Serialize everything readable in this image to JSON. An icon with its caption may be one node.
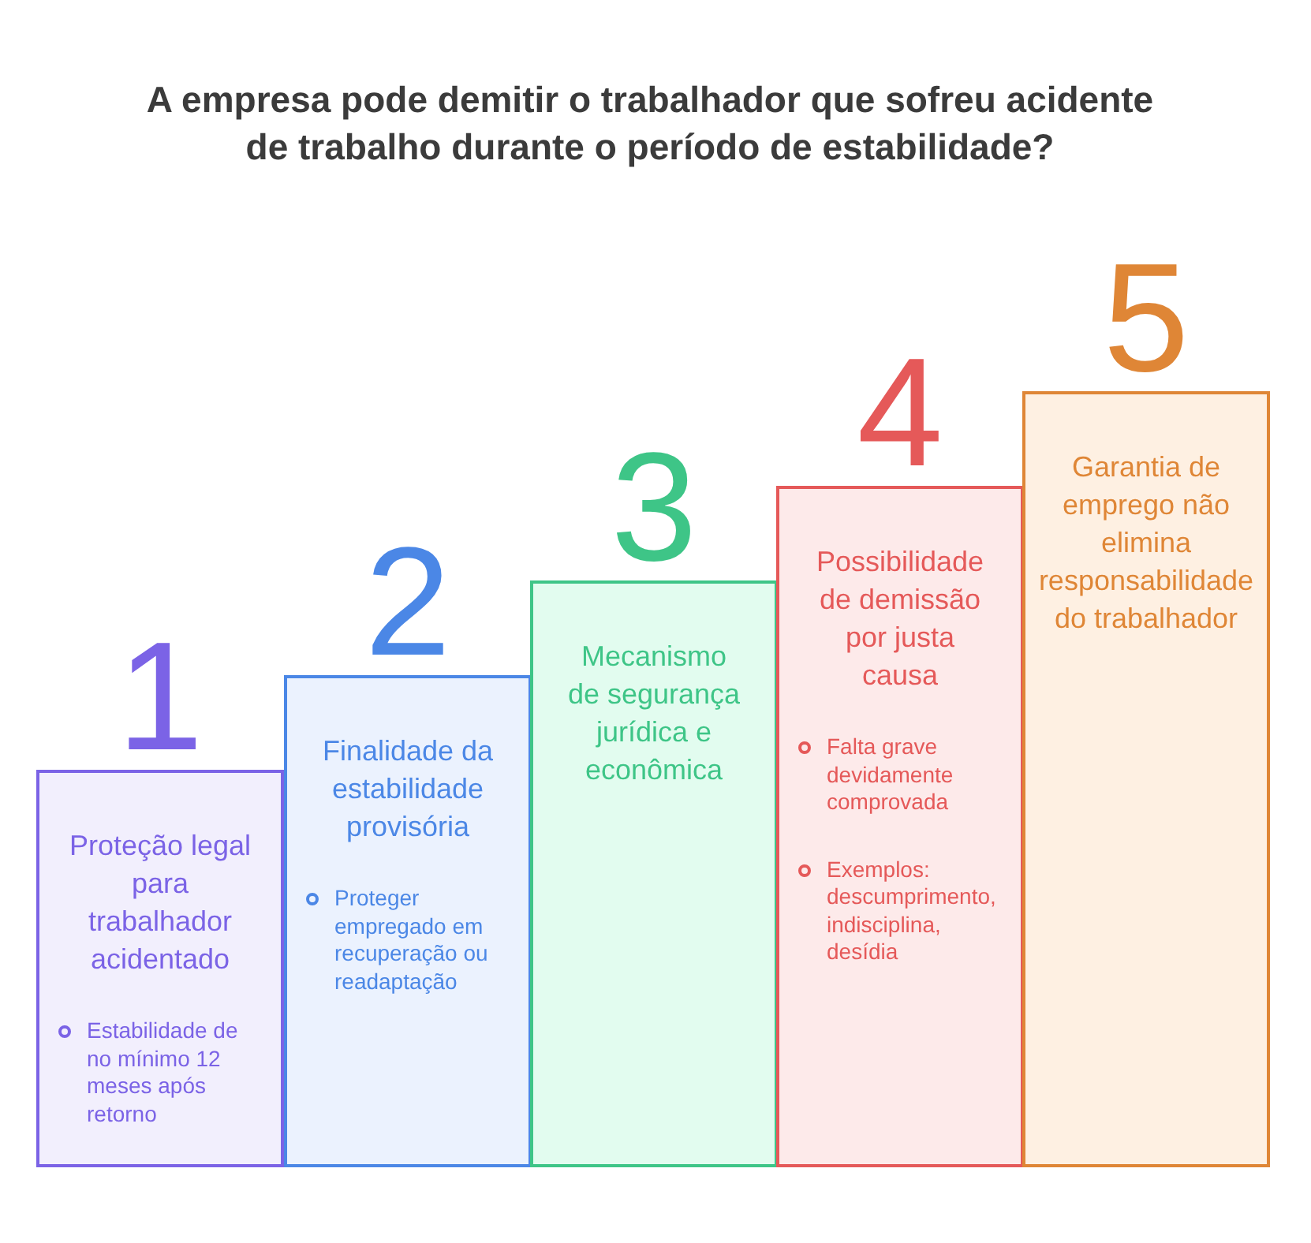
{
  "diagram": {
    "title": "A empresa pode demitir o trabalhador que sofreu acidente de trabalho durante o período de estabilidade?",
    "nodes": [
      {
        "text": [
          "1",
          "Proteção legal para trabalhador acidentado",
          "Estabilidade de no mínimo 12 meses após retorno"
        ]
      },
      {
        "text": [
          "2",
          "Finalidade da estabilidade provisória",
          "Proteger empregado em recuperação ou readaptação"
        ]
      },
      {
        "text": [
          "3",
          "Mecanismo de segurança jurídica e econômica"
        ]
      },
      {
        "text": [
          "4",
          "Possibilidade de demissão por justa causa",
          "Falta grave devidamente comprovada",
          "Exemplos: descumprimento, indisciplina, desídia"
        ]
      },
      {
        "text": [
          "5",
          "Garantia de emprego não elimina responsabilidade do trabalhador"
        ]
      }
    ]
  }
}
